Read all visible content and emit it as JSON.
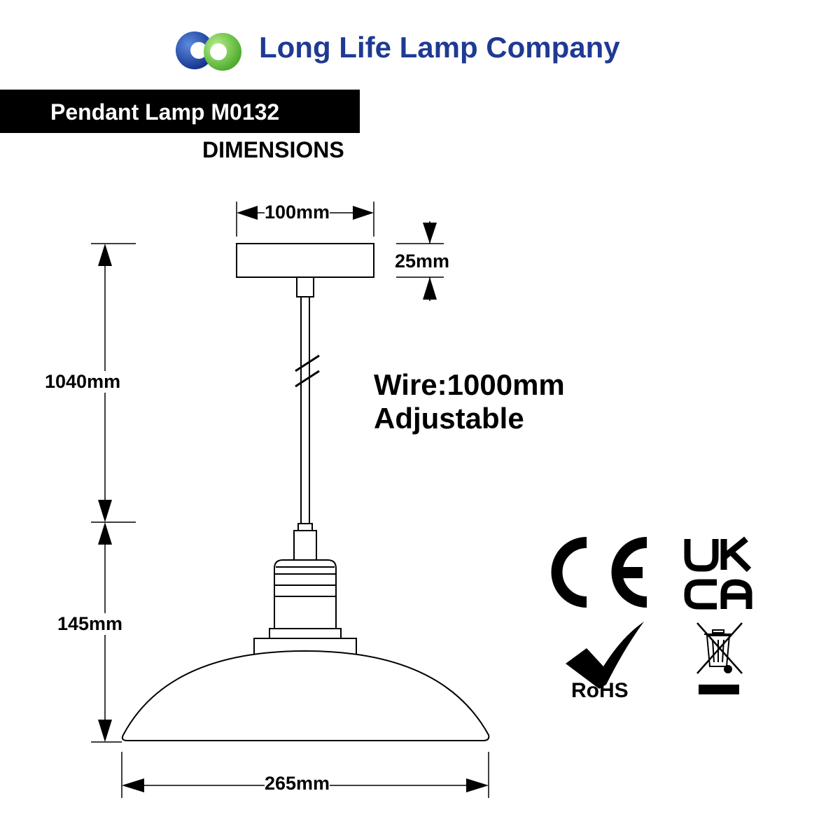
{
  "header": {
    "company_name": "Long Life Lamp Company",
    "product_title": "Pendant Lamp M0132",
    "section_label": "DIMENSIONS"
  },
  "dimensions": {
    "canopy_width": "100mm",
    "canopy_height": "25mm",
    "drop_length": "1040mm",
    "shade_height": "145mm",
    "shade_width": "265mm"
  },
  "wire": {
    "length_label": "Wire:1000mm",
    "note": "Adjustable"
  },
  "certifications": {
    "ce_mark": "CE",
    "ukca_mark": "UKCA",
    "rohs_label": "RoHS"
  },
  "colors": {
    "brand_blue": "#1f3a93",
    "logo_green": "#6cc93a",
    "line": "#000000"
  }
}
